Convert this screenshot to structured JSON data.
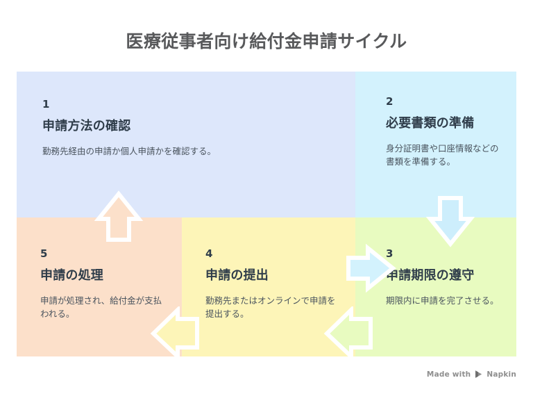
{
  "title": "医療従事者向け給付金申請サイクル",
  "colors": {
    "page_background": "#ffffff",
    "title_text": "#58595b",
    "heading_text": "#2f3d4a",
    "body_text": "#4a545e",
    "panel_1": "#dde7fb",
    "panel_2": "#d3f2fd",
    "panel_3": "#e8fbc0",
    "panel_4": "#fdf5b8",
    "panel_5": "#fce0ca",
    "arrow_outline": "#ffffff",
    "watermark_text": "#8e8e8e"
  },
  "steps": [
    {
      "number": "1",
      "title": "申請方法の確認",
      "description": "勤務先経由の申請か個人申請かを確認する。"
    },
    {
      "number": "2",
      "title": "必要書類の準備",
      "description": "身分証明書や口座情報などの書類を準備する。"
    },
    {
      "number": "3",
      "title": "申請期限の遵守",
      "description": "期限内に申請を完了させる。"
    },
    {
      "number": "4",
      "title": "申請の提出",
      "description": "勤務先またはオンラインで申請を提出する。"
    },
    {
      "number": "5",
      "title": "申請の処理",
      "description": "申請が処理され、給付金が支払われる。"
    }
  ],
  "arrows": [
    {
      "name": "arrow-step-1-to-2",
      "direction": "right"
    },
    {
      "name": "arrow-step-2-to-3",
      "direction": "down"
    },
    {
      "name": "arrow-step-3-to-4",
      "direction": "left"
    },
    {
      "name": "arrow-step-4-to-5",
      "direction": "left"
    },
    {
      "name": "arrow-step-5-to-1",
      "direction": "up"
    }
  ],
  "footer": {
    "made_with_label": "Made with",
    "brand_label": "Napkin",
    "brand_icon": "napkin-play-mark"
  }
}
